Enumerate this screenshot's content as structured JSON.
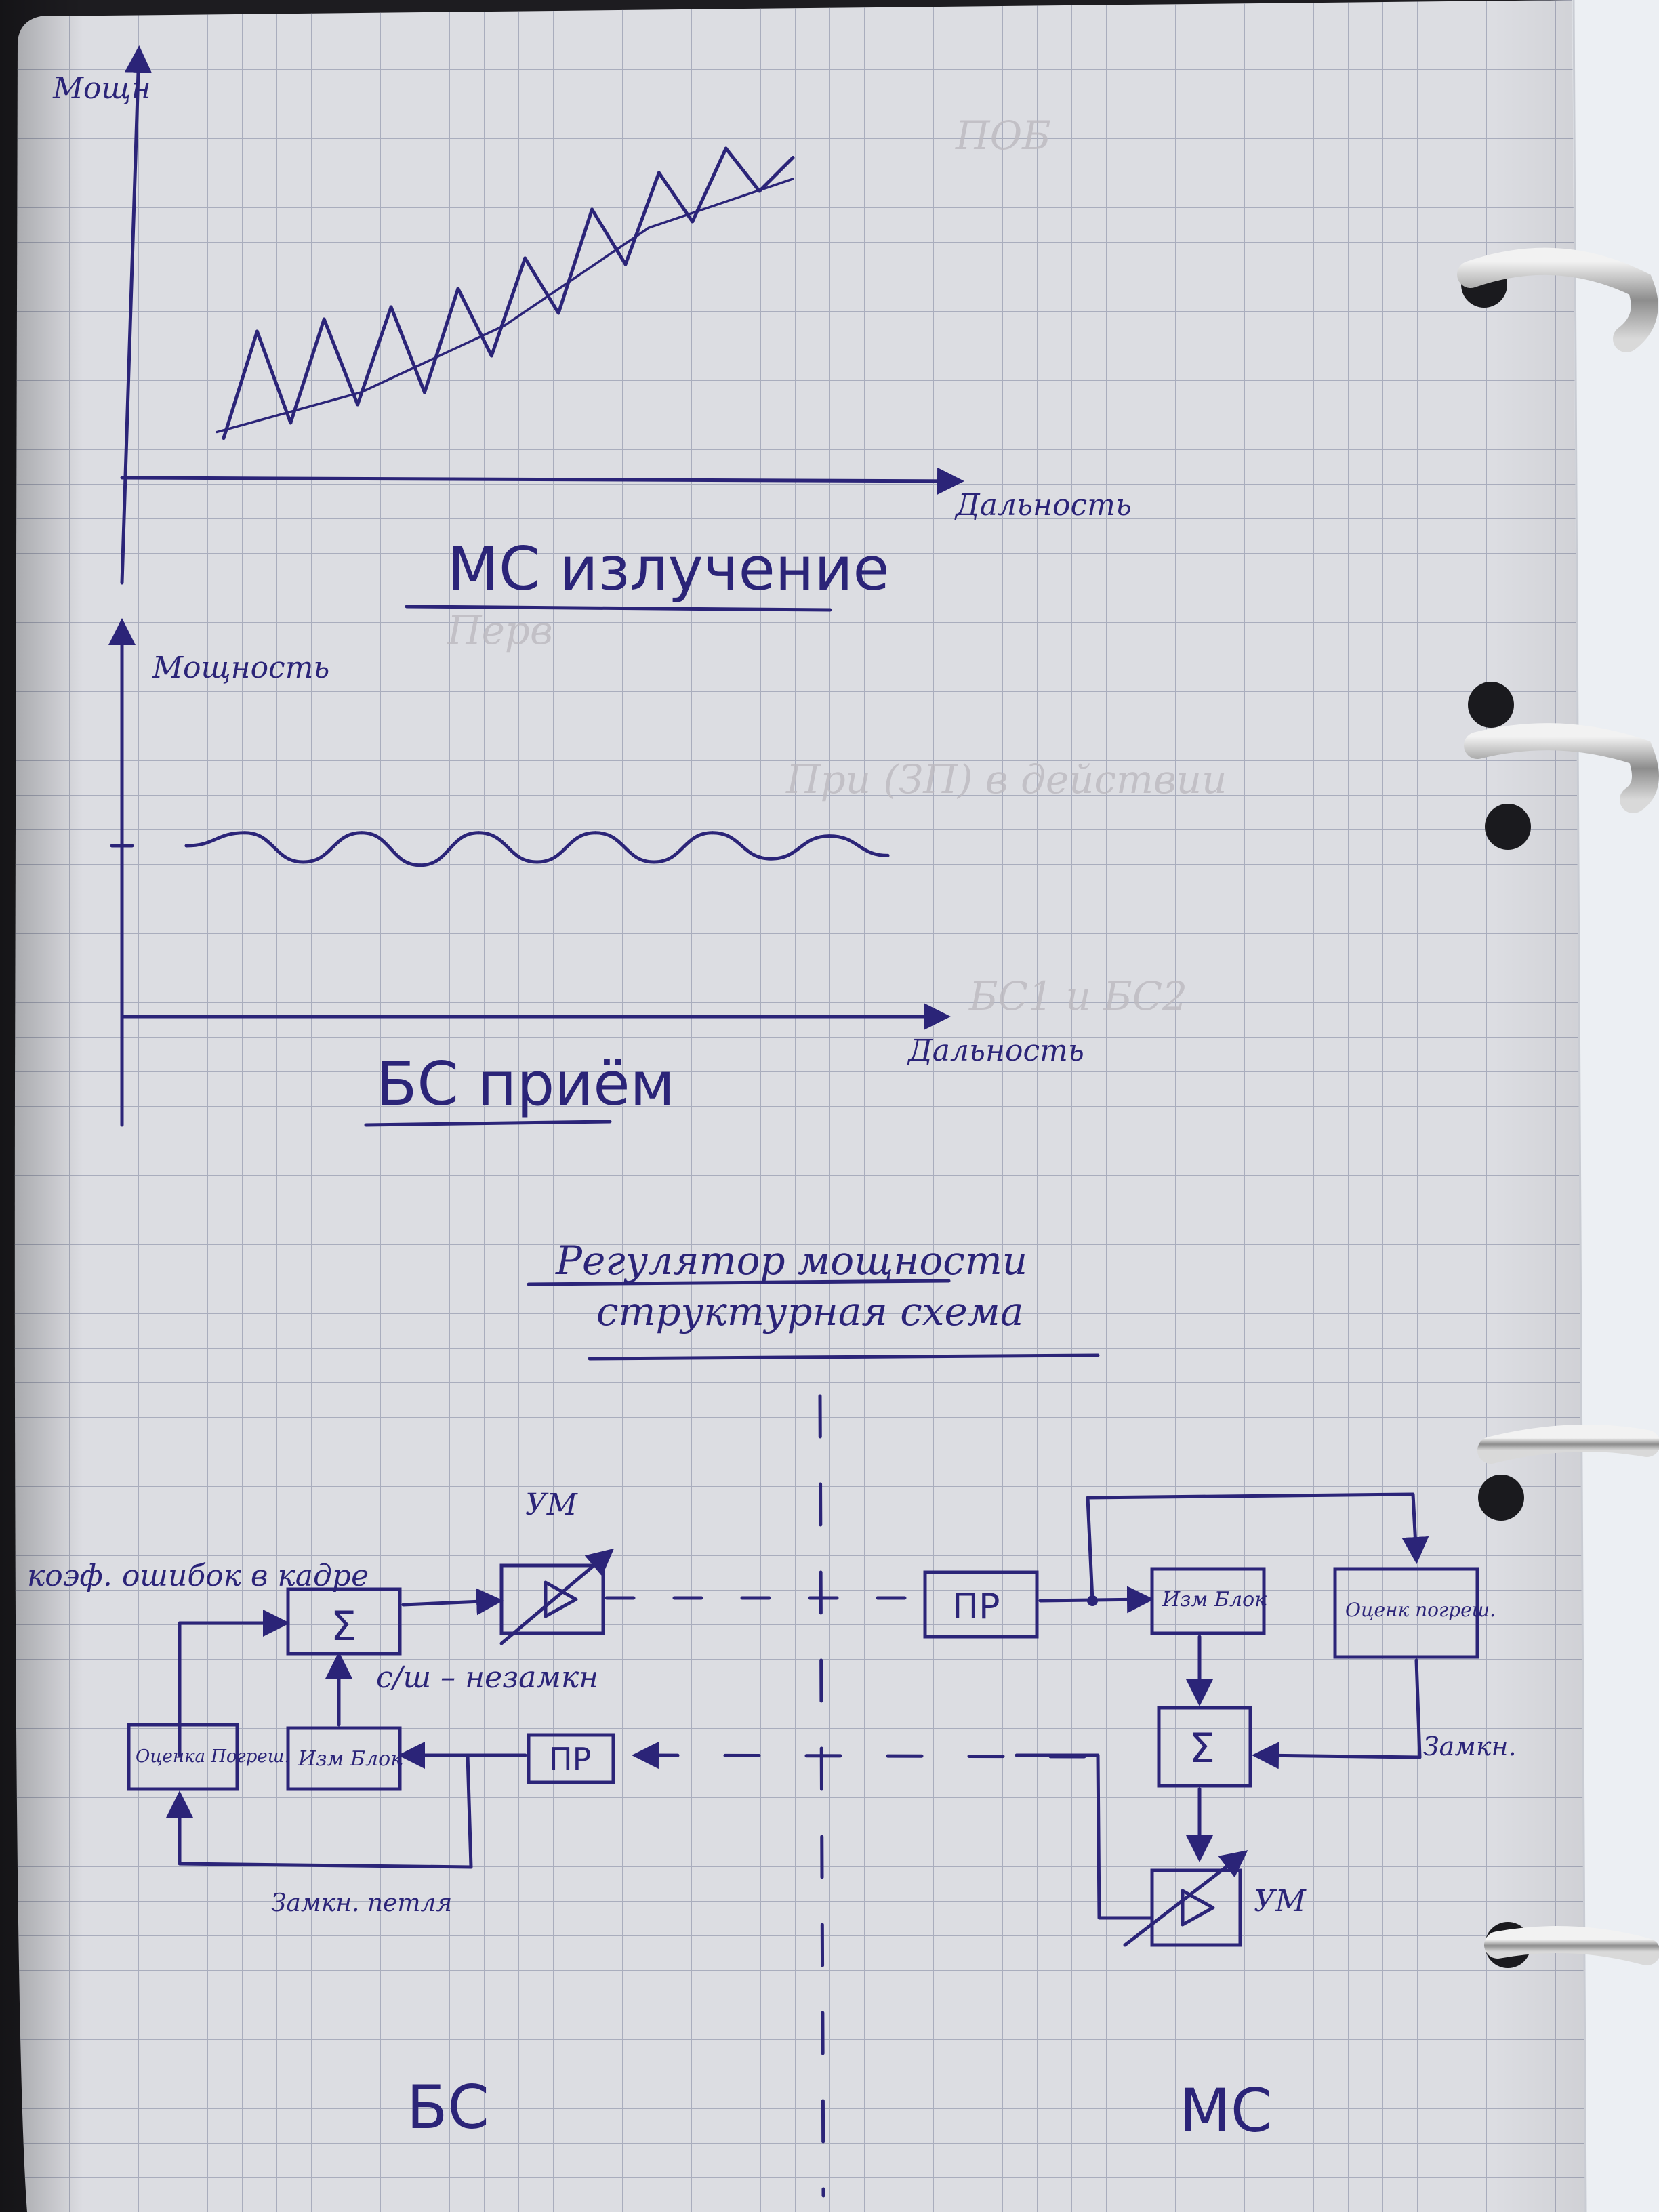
{
  "chart_data": [
    {
      "type": "line",
      "title": "МС излучение",
      "ylabel": "Мощн",
      "xlabel": "Дальность",
      "series": [
        {
          "values": [
            0.03,
            0.38,
            0.08,
            0.42,
            0.14,
            0.46,
            0.18,
            0.52,
            0.3,
            0.62,
            0.44,
            0.78,
            0.6,
            0.9,
            0.74,
            0.98,
            0.84,
            0.95
          ]
        }
      ],
      "trend": [
        0.05,
        0.18,
        0.4,
        0.72,
        0.88
      ]
    },
    {
      "type": "line",
      "title": "БС приём",
      "ylabel": "Мощность",
      "xlabel": "Дальность",
      "series": [
        {
          "values": [
            0.52,
            0.6,
            0.42,
            0.6,
            0.4,
            0.6,
            0.42,
            0.6,
            0.42,
            0.6,
            0.44,
            0.58,
            0.46
          ]
        }
      ],
      "level": 0.52
    }
  ],
  "diagram": {
    "title_line1": "Регулятор мощности",
    "title_line2": "структурная схема",
    "bs_side": {
      "label": "БС",
      "input_label": "коэф. ошибок в кадре",
      "sum_symbol": "Σ",
      "sum_note": "с/ш – незамкн",
      "amp_label": "УМ",
      "est_label": "Оценка Погреш.",
      "meas_label": "Изм Блок",
      "rx_label": "ПР",
      "loop_note": "Замкн. петля"
    },
    "ms_side": {
      "label": "МС",
      "rx_label": "ПР",
      "meas_label": "Изм Блок",
      "est_label": "Оценк погреш.",
      "sum_symbol": "Σ",
      "amp_label": "УМ",
      "loop_note": "Замкн."
    }
  },
  "ghost_text": [
    "Перв",
    "При (ЗП) в действии",
    "БС1 и БС2",
    "ПОБ"
  ]
}
